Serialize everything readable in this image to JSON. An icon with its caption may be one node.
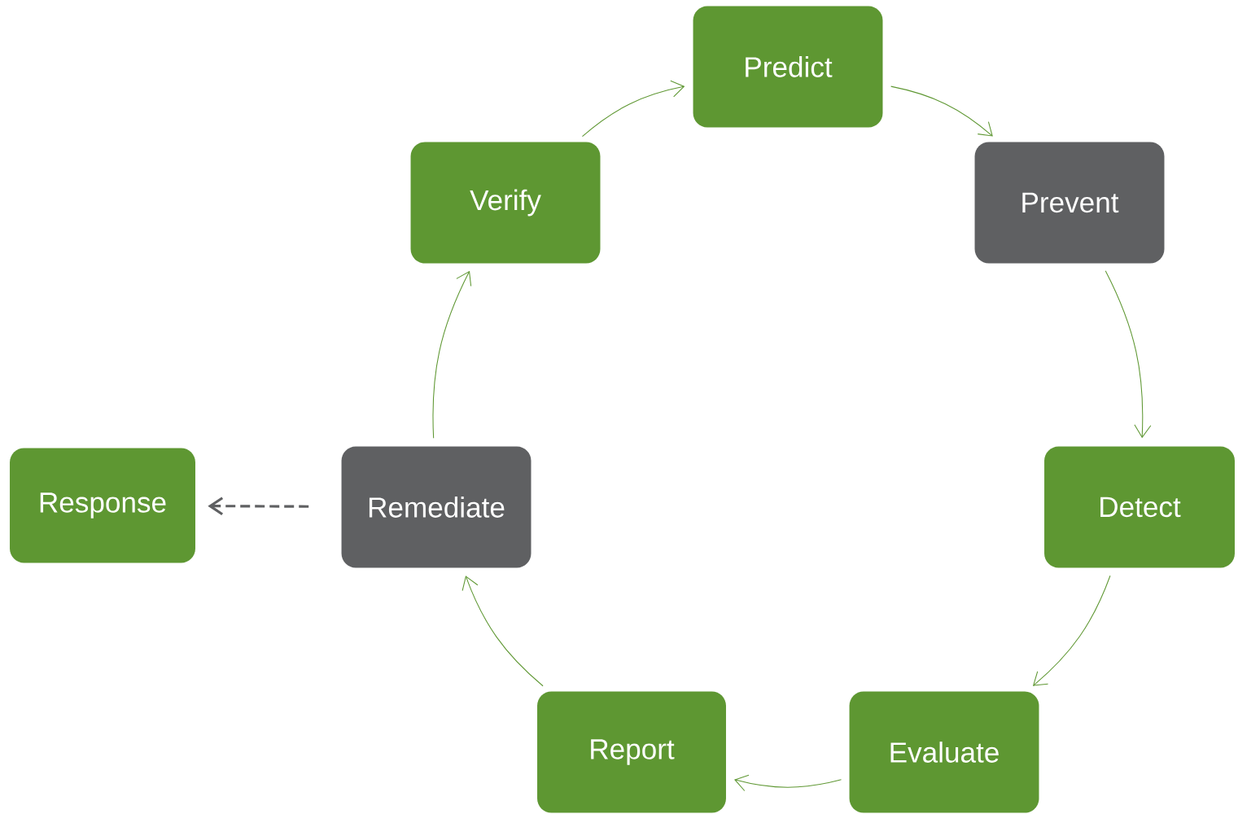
{
  "diagram": {
    "nodes": [
      {
        "text": [
          "Predict"
        ]
      },
      {
        "text": [
          "Prevent"
        ]
      },
      {
        "text": [
          "Detect"
        ]
      },
      {
        "text": [
          "Evaluate"
        ]
      },
      {
        "text": [
          "Report"
        ]
      },
      {
        "text": [
          "Remediate"
        ]
      },
      {
        "text": [
          "Verify"
        ]
      },
      {
        "text": [
          "Response"
        ]
      }
    ],
    "edges": [
      {
        "from": 0,
        "to": 1,
        "arrow": "to"
      },
      {
        "from": 1,
        "to": 2,
        "arrow": "to"
      },
      {
        "from": 2,
        "to": 3,
        "arrow": "to"
      },
      {
        "from": 3,
        "to": 4,
        "arrow": "to"
      },
      {
        "from": 4,
        "to": 5,
        "arrow": "to"
      },
      {
        "from": 5,
        "to": 6,
        "arrow": "to"
      },
      {
        "from": 6,
        "to": 0,
        "arrow": "to"
      },
      {
        "from": 5,
        "to": 7,
        "arrow": "to",
        "style": "dashed",
        "color": "#5f6062"
      }
    ]
  }
}
